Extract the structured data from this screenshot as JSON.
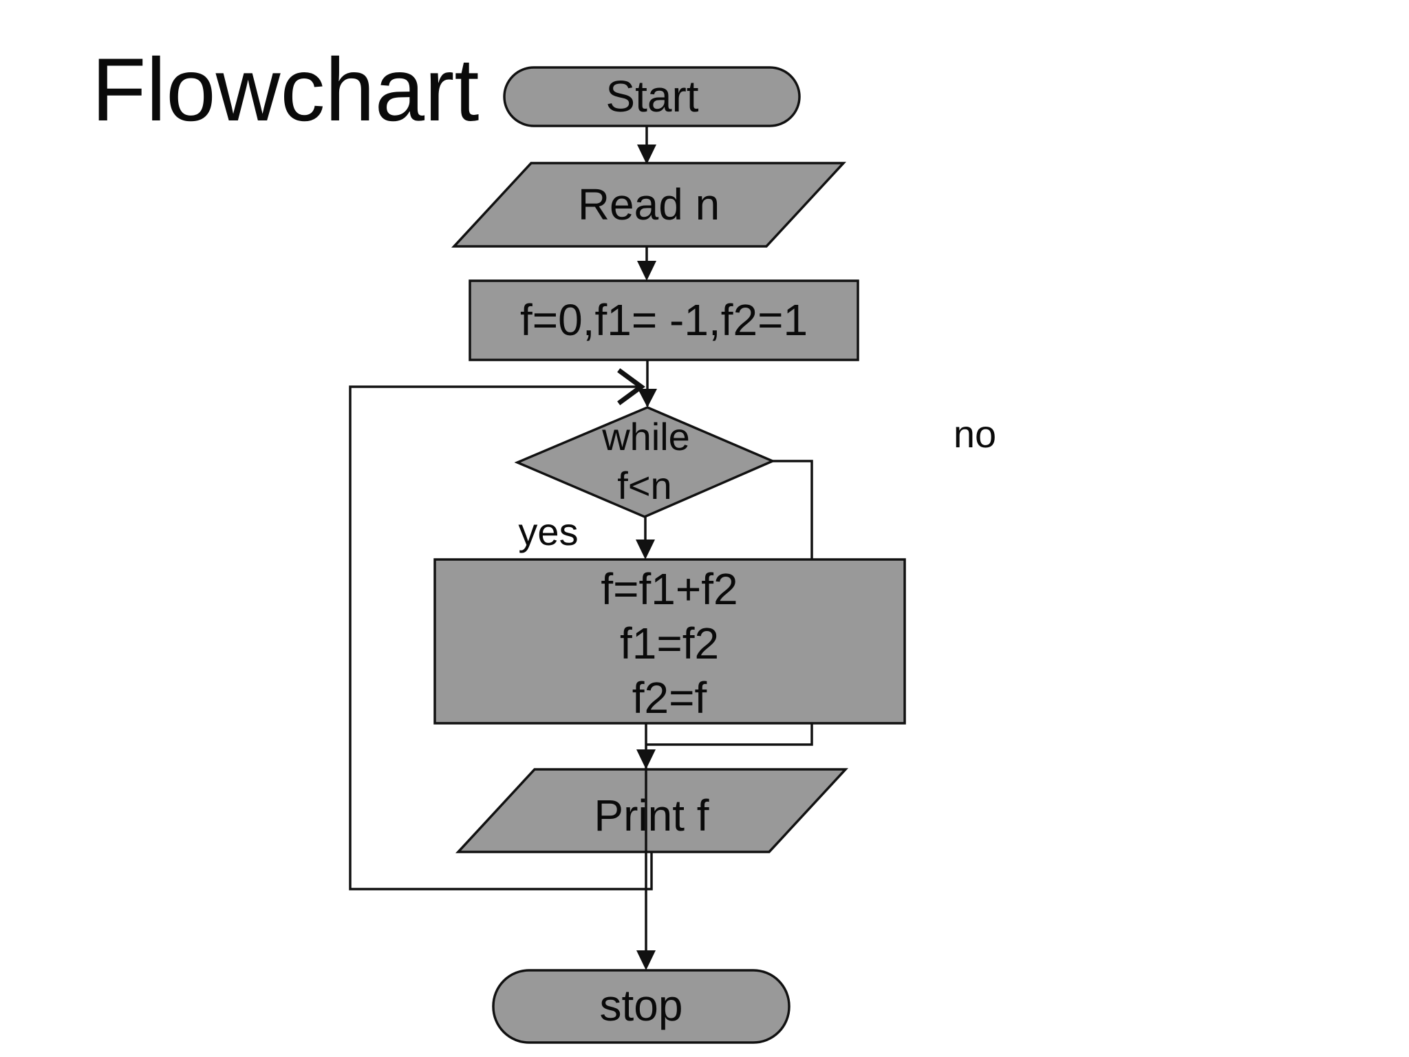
{
  "slide": {
    "title": "Flowchart"
  },
  "colors": {
    "background": "#ffffff",
    "shape_fill": "#999999",
    "shape_border": "#111111",
    "line": "#111111",
    "text": "#0a0a0a"
  },
  "nodes": {
    "start": {
      "type": "terminator",
      "label": "Start"
    },
    "read_n": {
      "type": "input",
      "label": "Read n"
    },
    "init": {
      "type": "process",
      "label": "f=0,f1= -1,f2=1"
    },
    "while": {
      "type": "decision",
      "line1": "while",
      "line2": "f<n"
    },
    "body": {
      "type": "process",
      "line1": "f=f1+f2",
      "line2": "f1=f2",
      "line3": "f2=f"
    },
    "print": {
      "type": "output",
      "label": "Print f"
    },
    "stop": {
      "type": "terminator",
      "label": "stop"
    }
  },
  "edges": {
    "yes_label": "yes",
    "no_label": "no"
  }
}
